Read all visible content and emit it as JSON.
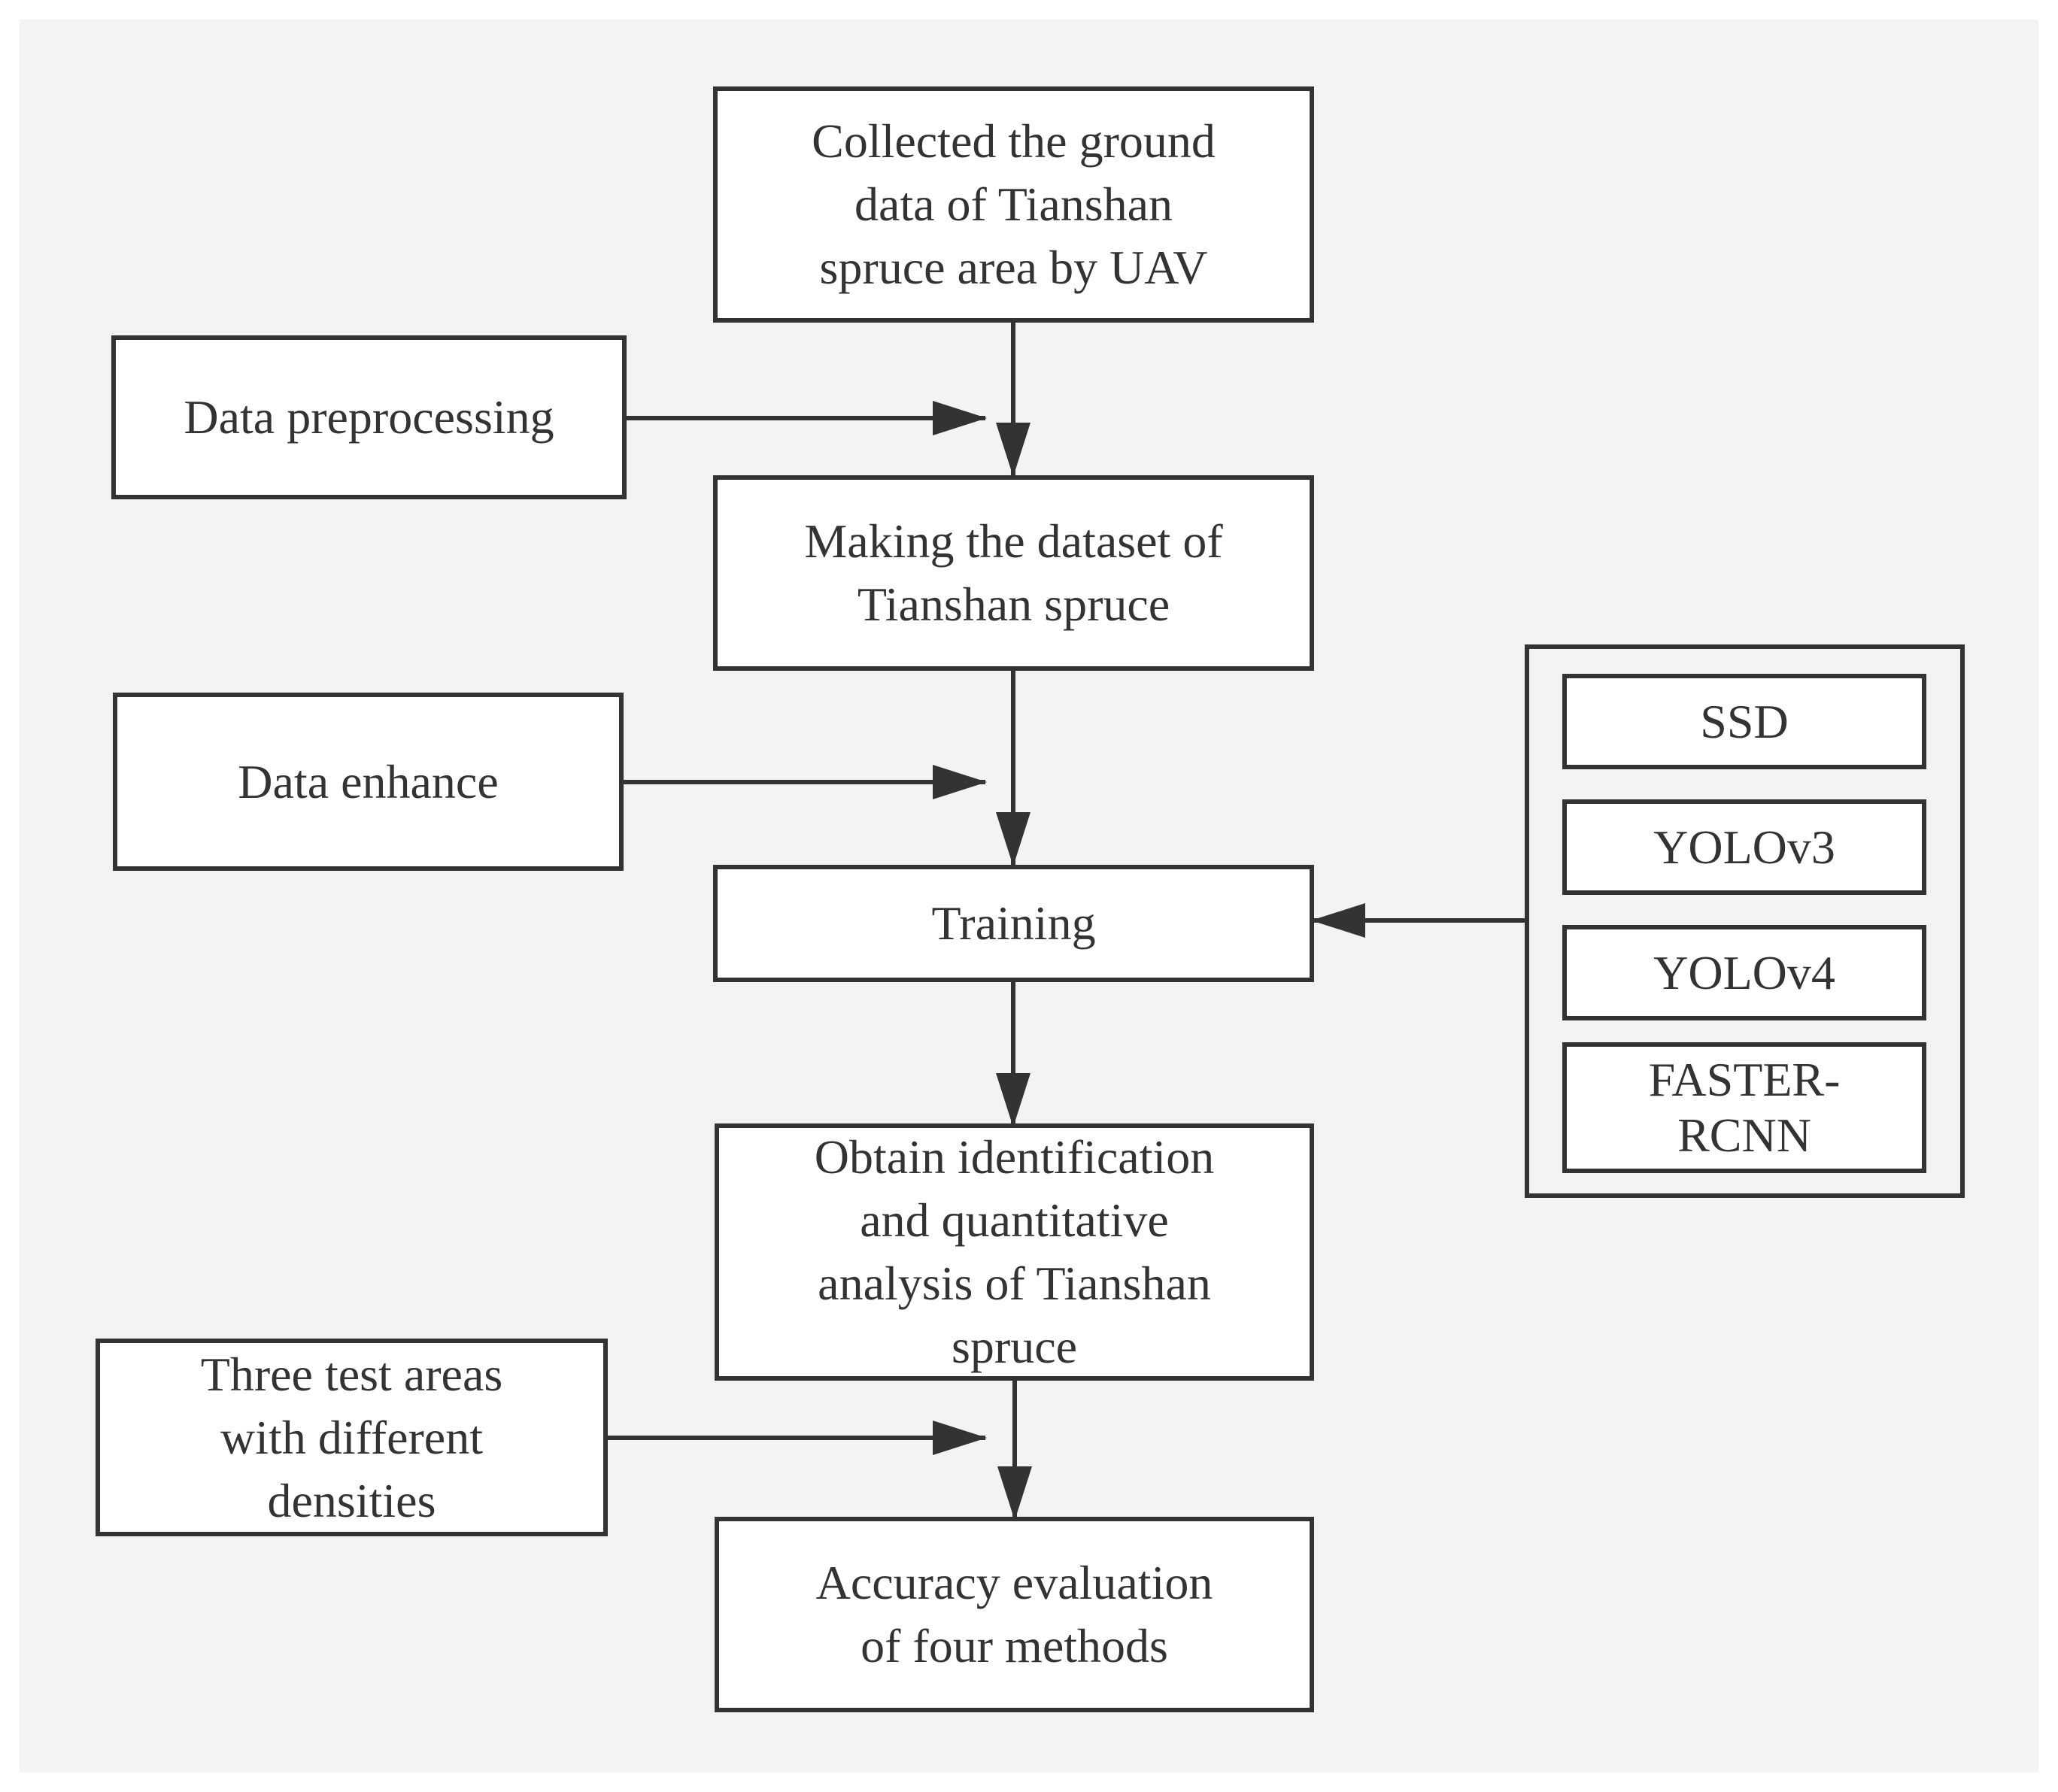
{
  "nodes": {
    "collect": [
      "Collected the ground",
      "data of Tianshan",
      "spruce area by UAV"
    ],
    "preprocess": [
      "Data preprocessing"
    ],
    "dataset": [
      "Making the dataset of",
      "Tianshan spruce"
    ],
    "enhance": [
      "Data enhance"
    ],
    "training": [
      "Training"
    ],
    "obtain": [
      "Obtain identification",
      "and quantitative",
      "analysis of Tianshan",
      "spruce"
    ],
    "testareas": [
      "Three test areas",
      "with different",
      "densities"
    ],
    "accuracy": [
      "Accuracy evaluation",
      "of four methods"
    ]
  },
  "models": {
    "ssd": [
      "SSD"
    ],
    "yolov3": [
      "YOLOv3"
    ],
    "yolov4": [
      "YOLOv4"
    ],
    "faster": [
      "FASTER-",
      "RCNN"
    ]
  },
  "colors": {
    "stroke": "#333333",
    "panel": "#f3f3f3",
    "box": "#ffffff"
  }
}
